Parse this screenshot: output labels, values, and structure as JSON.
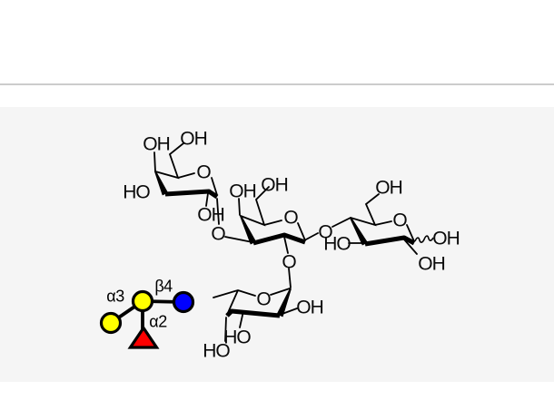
{
  "page": {
    "background": "#ffffff",
    "divider_color": "#cccccc",
    "panel_background": "#f5f5f5"
  },
  "molecule": {
    "labels": {
      "ring_a_oh4": "OH",
      "ring_a_oh6": "OH",
      "ring_a_ring_o": "O",
      "ring_a_ho3": "HO",
      "ring_a_oh2": "OH",
      "glycosidic_o_ab": "O",
      "ring_b_oh4": "OH",
      "ring_b_oh6": "OH",
      "ring_b_ring_o": "O",
      "ring_b_o2": "O",
      "glycosidic_o_bc": "O",
      "ring_c_oh6": "OH",
      "ring_c_ring_o": "O",
      "ring_c_ho3": "HO",
      "ring_c_oh2": "OH",
      "ring_c_anomeric_oh": "OH",
      "ring_d_ring_o": "O",
      "ring_d_oh2": "OH",
      "ring_d_ho3": "HO",
      "ring_d_ho4": "HO"
    }
  },
  "snfg": {
    "labels": {
      "alpha3": "α3",
      "beta4": "β4",
      "alpha2": "α2"
    },
    "colors": {
      "galactose_yellow": "#ffff00",
      "glucose_blue": "#0000ff",
      "fucose_red": "#ff0000"
    }
  }
}
